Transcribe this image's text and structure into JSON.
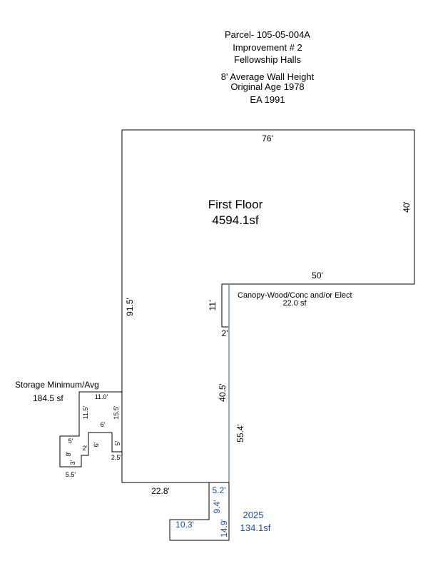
{
  "header": {
    "parcel": "Parcel- 105-05-004A",
    "improvement": "Improvement # 2",
    "name": "Fellowship Halls",
    "wall_height": "8' Average Wall Height",
    "original_age": "Original Age  1978",
    "ea": "EA 1991"
  },
  "first_floor": {
    "label": "First Floor",
    "area": "4594.1sf",
    "dims": {
      "top": "76'",
      "right": "40'",
      "step": "50'",
      "left": "91.5'",
      "inner": "40.5'",
      "lower": "55.4'",
      "bottom": "22.8'"
    }
  },
  "canopy": {
    "label": "Canopy-Wood/Conc and/or Elect",
    "area": "22.0 sf",
    "dims": {
      "height": "11'",
      "width": "2'"
    }
  },
  "storage": {
    "label": "Storage Minimum/Avg",
    "area": "184.5 sf",
    "dims": {
      "top": "11.0'",
      "left": "11.5'",
      "right": "15.5'",
      "mid": "6'",
      "mid_v": "6'",
      "right_low": "5'",
      "step_right": "2.5'",
      "step_left": "5'",
      "step_2": "2'",
      "left_v": "8'",
      "small": "3'",
      "bottom": "5.5'"
    }
  },
  "addition": {
    "label": "2025",
    "area": "134.1sf",
    "dims": {
      "top": "5.2'",
      "upper": "9.4'",
      "width": "10.3'",
      "right": "14.9'"
    },
    "color": "#1f4e9a"
  }
}
